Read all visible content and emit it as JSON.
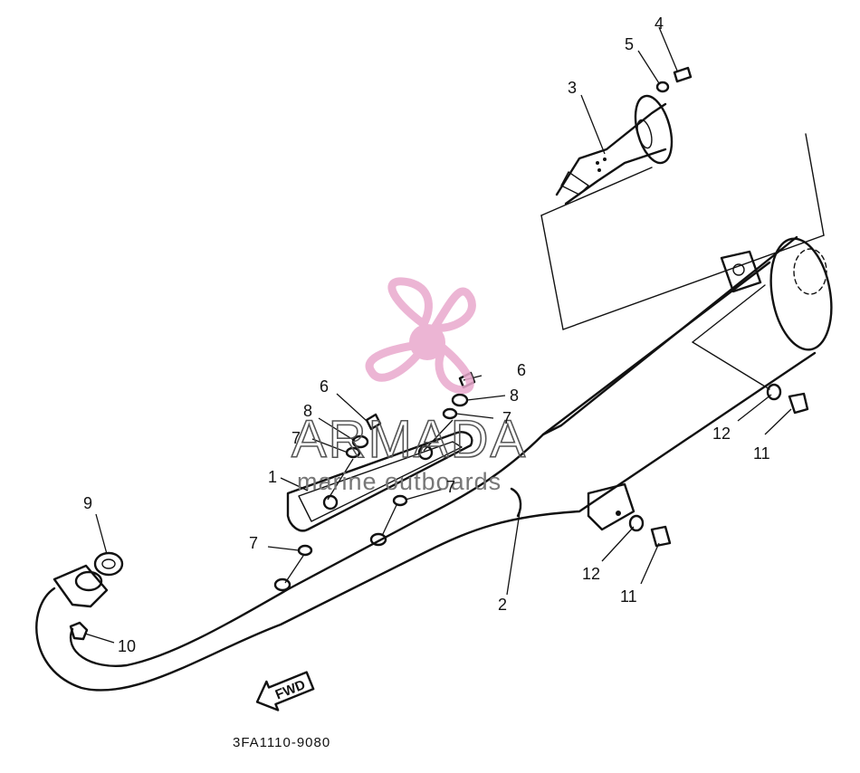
{
  "diagram": {
    "drawing_code": "3FA1110-9080",
    "direction_label": "FWD",
    "watermark": {
      "brand": "ARMADA",
      "tagline": "marine outboards",
      "logo_color": "#e9a9cd"
    },
    "callouts": {
      "c1": "1",
      "c2": "2",
      "c3": "3",
      "c4": "4",
      "c5": "5",
      "c6a": "6",
      "c6b": "6",
      "c7a": "7",
      "c7b": "7",
      "c7c": "7",
      "c7d": "7",
      "c8a": "8",
      "c8b": "8",
      "c9": "9",
      "c10": "10",
      "c11a": "11",
      "c11b": "11",
      "c12a": "12",
      "c12b": "12"
    }
  }
}
